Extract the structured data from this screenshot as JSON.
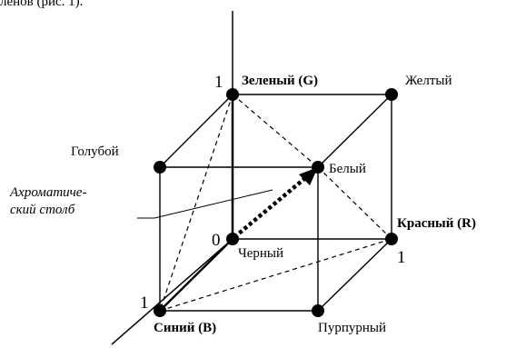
{
  "caption_fragment": "ленов (рис. 1).",
  "vertices": {
    "green": "Зеленый (G)",
    "yellow": "Желтый",
    "cyan": "Голубой",
    "white": "Белый",
    "red": "Красный (R)",
    "black": "Черный",
    "blue": "Синий (B)",
    "magenta": "Пурпурный"
  },
  "achromatic_axis": {
    "line1": "Ахроматиче-",
    "line2": "ский столб"
  },
  "axis_marks": {
    "origin": "0",
    "g_one": "1",
    "r_one": "1",
    "b_one": "1"
  },
  "colors": {
    "ink": "#000000",
    "background": "#ffffff"
  }
}
